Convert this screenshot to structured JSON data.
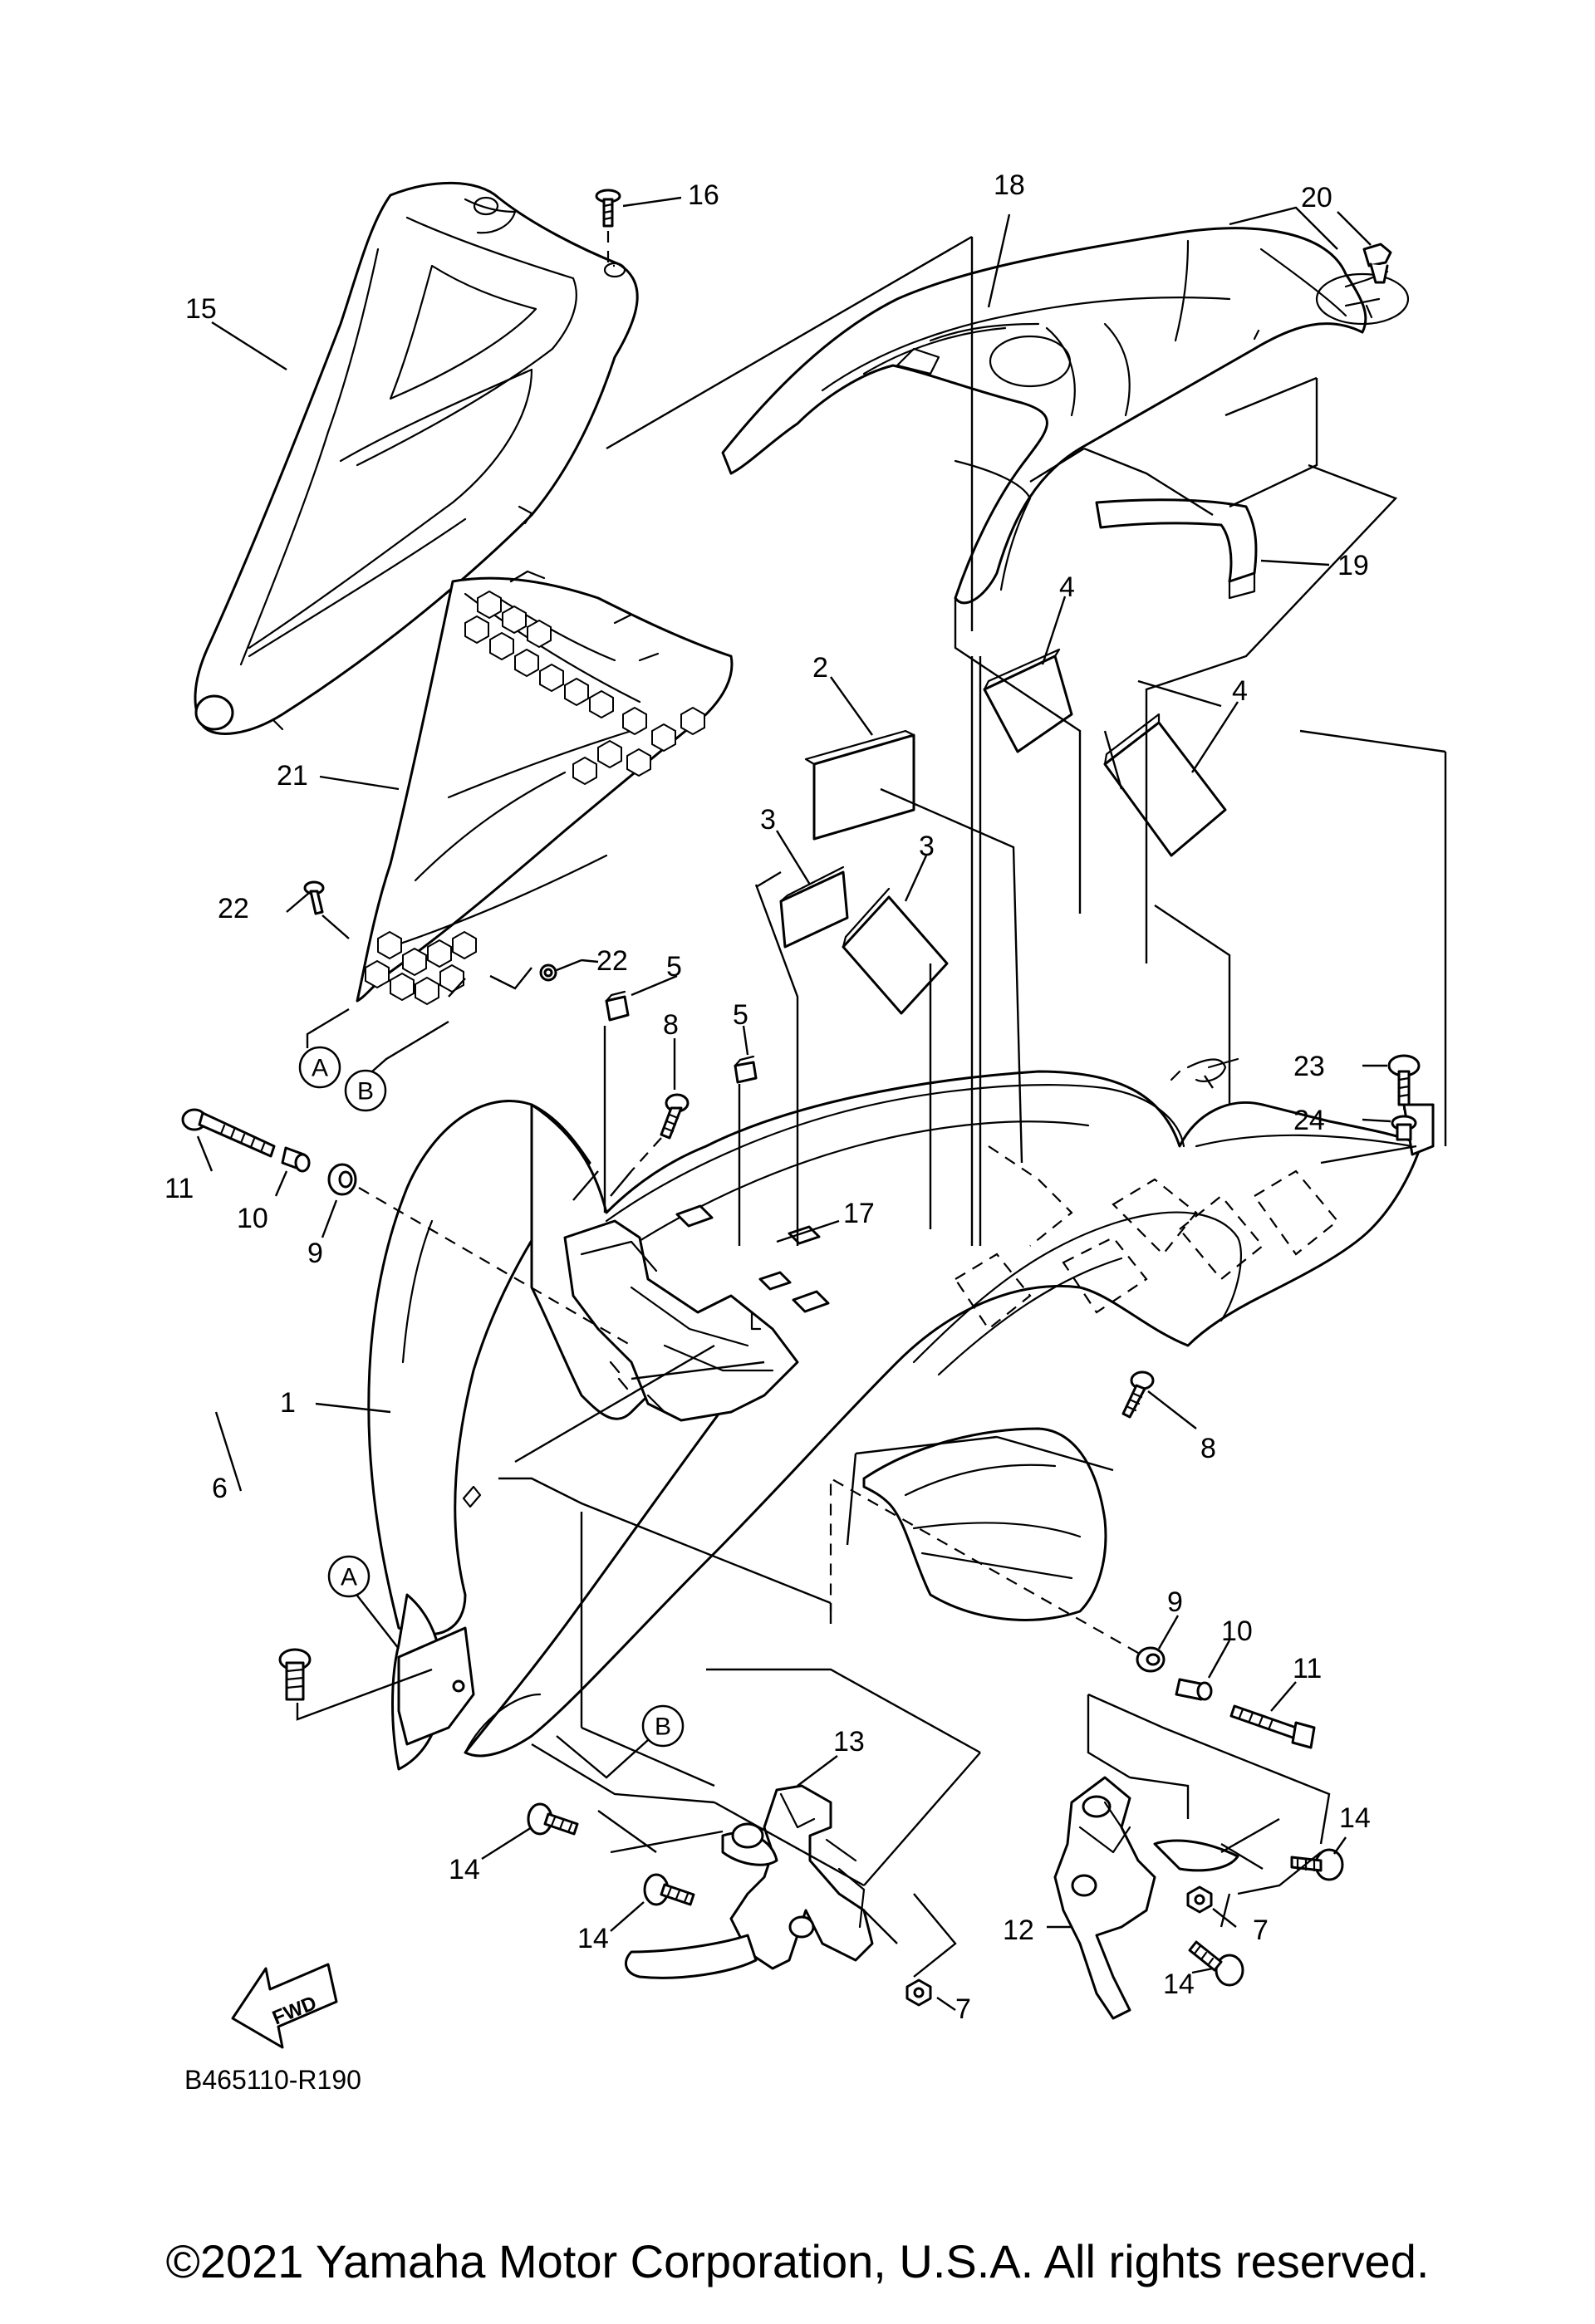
{
  "diagram": {
    "drawing_code": "B465110-R190",
    "copyright": "©2021 Yamaha Motor Corporation, U.S.A. All rights reserved.",
    "fwd_label": "FWD",
    "reference_markers": [
      "A",
      "B"
    ],
    "callouts": [
      "1",
      "2",
      "3",
      "4",
      "5",
      "6",
      "7",
      "8",
      "9",
      "10",
      "11",
      "12",
      "13",
      "14",
      "15",
      "16",
      "17",
      "18",
      "19",
      "20",
      "21",
      "22",
      "23",
      "24"
    ]
  }
}
